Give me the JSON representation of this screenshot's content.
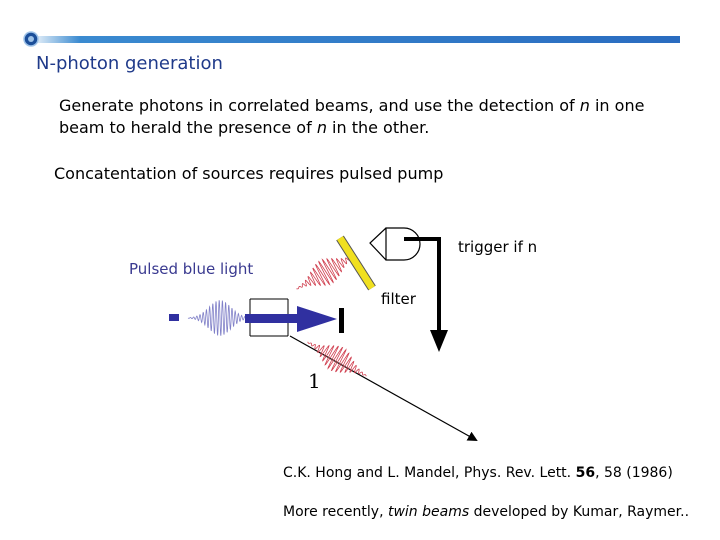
{
  "slide": {
    "title": "N-photon generation",
    "intro": {
      "part1": "Generate photons in correlated beams, and use the detection of ",
      "n1": "n",
      "part2": " in one beam to herald the presence of ",
      "n2": "n",
      "part3": " in the other."
    },
    "note": "Concatentation of sources requires pulsed pump"
  },
  "diagram": {
    "pump_label": "Pulsed blue light",
    "trigger_label": "trigger if n",
    "filter_label": "filter",
    "beam_number_label": "1"
  },
  "reference": {
    "authors": "C.K. Hong and L. Mandel, ",
    "journal": "Phys. Rev. Lett. ",
    "volume": "56",
    "pages": ", 58 (1986)"
  },
  "more": {
    "prefix": "More recently, ",
    "emph": "twin beams",
    "suffix": " developed by Kumar, Raymer.."
  },
  "colors": {
    "title_blue": "#1f3a8a",
    "pump_blue": "#3030a0",
    "beam_red": "#d04050",
    "filter_yellow": "#f0e020"
  }
}
